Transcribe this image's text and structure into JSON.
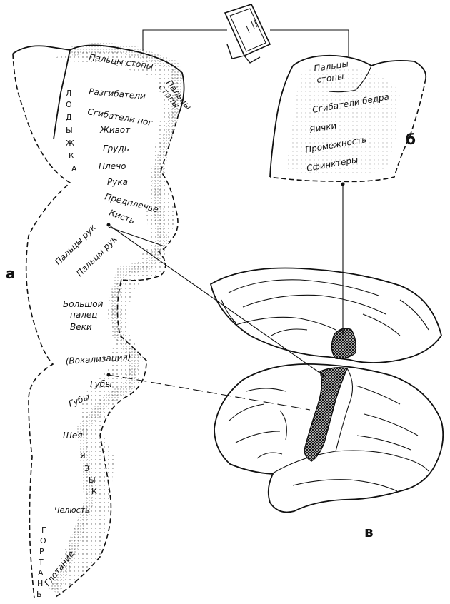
{
  "panel_labels": {
    "a": "а",
    "b": "б",
    "v": "в"
  },
  "homunculus_a": {
    "lodyzhka_letters": [
      "Л",
      "О",
      "Д",
      "Ы",
      "Ж",
      "К",
      "А"
    ],
    "labels": {
      "paltsy_stopy": "Пальцы стопы",
      "paltsy": "Пальцы",
      "stopy": "стопы",
      "razgibateli": "Разгибатели",
      "sgibateli_nog": "Сгибатели ног",
      "zhivot": "Живот",
      "grud": "Грудь",
      "plecho": "Плечо",
      "ruka": "Рука",
      "predplechye": "Предплечье",
      "kist": "Кисть",
      "paltsy_ruk_1": "Пальцы рук",
      "paltsy_ruk_2": "Пальцы рук",
      "bolshoy": "Большой",
      "palets": "палец",
      "veki": "Веки",
      "vokalizatsiya": "(Вокализация)",
      "guby_1": "Губы",
      "guby_2": "Губы",
      "sheya": "Шея",
      "chelyust": "Челюсть",
      "glotanie": "Глотание"
    },
    "yazyk_letters": [
      "Я",
      "З",
      "Ы",
      "К"
    ],
    "gortan_letters": [
      "Г",
      "О",
      "Р",
      "Т",
      "А",
      "Н",
      "Ь"
    ]
  },
  "medial_b": {
    "labels": {
      "paltsy": "Пальцы",
      "stopy": "стопы",
      "sgibateli_bedra": "Сгибатели бедра",
      "yaichki": "Яички",
      "promezhnost": "Промежность",
      "sfinktery": "Сфинктеры"
    }
  }
}
